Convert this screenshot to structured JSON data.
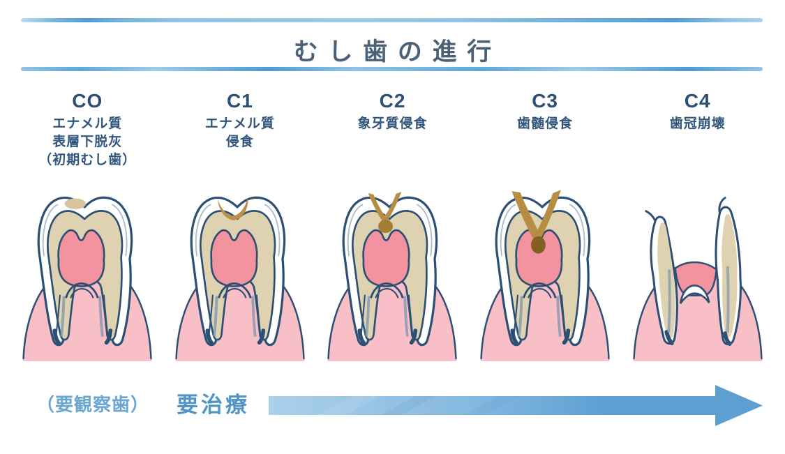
{
  "title": "むし歯の進行",
  "stages": [
    {
      "code": "CO",
      "description": "エナメル質\n表層下脱灰\n（初期むし歯）"
    },
    {
      "code": "C1",
      "description": "エナメル質\n侵食"
    },
    {
      "code": "C2",
      "description": "象牙質侵食"
    },
    {
      "code": "C3",
      "description": "歯髄侵食"
    },
    {
      "code": "C4",
      "description": "歯冠崩壊"
    }
  ],
  "footer": {
    "observation_label": "（要観察歯）",
    "treatment_label": "要治療"
  },
  "colors": {
    "title_text": "#4b6177",
    "stage_text": "#2e4f74",
    "outline_navy": "#2e4f74",
    "header_line_blue": "#8fc3e5",
    "header_line_dark": "#4d9bd2",
    "gum_pink": "#f8bfc7",
    "pulp_pink": "#f3939f",
    "dentin_beige": "#ded2b0",
    "decay_pale": "#d8c5a0",
    "decay_brown": "#b68d42",
    "decay_dark": "#82601f",
    "footer_observation_text": "#6aa6ce",
    "footer_treatment_text": "#4f96c6",
    "arrow_light": "#abd0ea",
    "arrow_dark": "#5e9fd2"
  }
}
